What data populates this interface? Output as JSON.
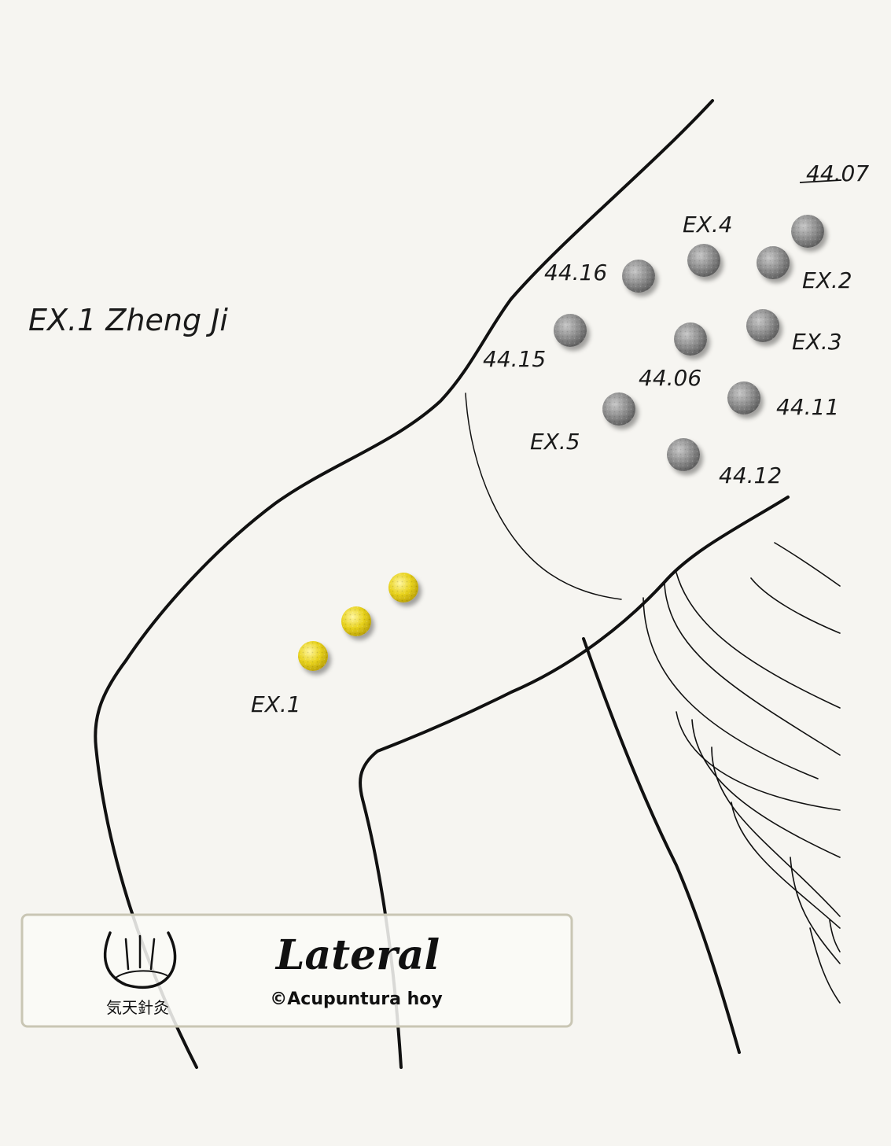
{
  "title": "EX.1 Zheng Ji",
  "points": [
    {
      "id": "p-44-07",
      "label": "44.07",
      "kind": "reference"
    },
    {
      "id": "p-ex4",
      "label": "EX.4",
      "kind": "reference"
    },
    {
      "id": "p-44-16",
      "label": "44.16",
      "kind": "reference"
    },
    {
      "id": "p-ex2",
      "label": "EX.2",
      "kind": "reference"
    },
    {
      "id": "p-44-15",
      "label": "44.15",
      "kind": "reference"
    },
    {
      "id": "p-44-06",
      "label": "44.06",
      "kind": "reference"
    },
    {
      "id": "p-ex3",
      "label": "EX.3",
      "kind": "reference"
    },
    {
      "id": "p-ex5",
      "label": "EX.5",
      "kind": "reference"
    },
    {
      "id": "p-44-11",
      "label": "44.11",
      "kind": "reference"
    },
    {
      "id": "p-44-12",
      "label": "44.12",
      "kind": "reference"
    },
    {
      "id": "p-ex1",
      "label": "EX.1",
      "kind": "highlight"
    }
  ],
  "caption": {
    "title": "Lateral",
    "credit": "©Acupuntura hoy",
    "logo_text": "気天針灸",
    "logo_icon": "needles-cup-icon"
  },
  "colors": {
    "background": "#f6f5f1",
    "reference_point": "#8a8a8a",
    "highlight_point": "#e6cf1c",
    "outline": "#111111",
    "caption_border": "#c9c6b4"
  }
}
